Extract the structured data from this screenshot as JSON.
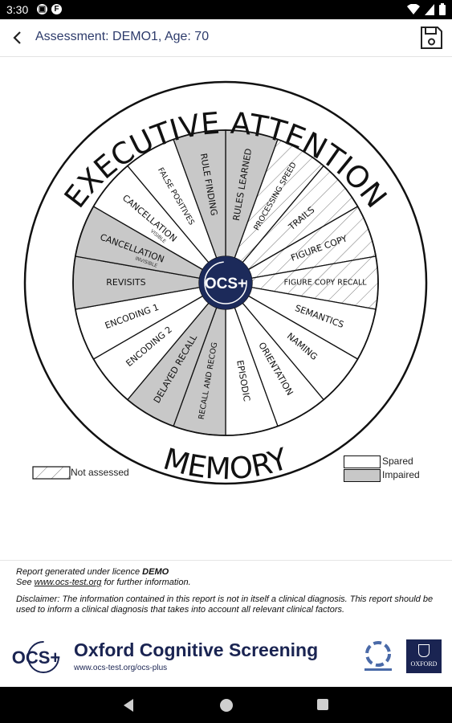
{
  "status_bar": {
    "time": "3:30"
  },
  "app_bar": {
    "title": "Assessment: DEMO1, Age: 70"
  },
  "wheel": {
    "center_label": "OCS+",
    "headings": {
      "top": "EXECUTIVE ATTENTION",
      "bottom": "MEMORY"
    },
    "segments": [
      {
        "label": "RULES LEARNED",
        "state": "impaired"
      },
      {
        "label": "PROCESSING SPEED",
        "state": "not-assessed"
      },
      {
        "label": "TRAILS",
        "state": "not-assessed"
      },
      {
        "label": "FIGURE COPY",
        "state": "not-assessed"
      },
      {
        "label": "FIGURE COPY RECALL",
        "state": "not-assessed"
      },
      {
        "label": "SEMANTICS",
        "state": "spared"
      },
      {
        "label": "NAMING",
        "state": "spared"
      },
      {
        "label": "ORIENTATION",
        "state": "spared"
      },
      {
        "label": "EPISODIC",
        "state": "spared"
      },
      {
        "label": "RECALL AND RECOG",
        "state": "impaired"
      },
      {
        "label": "DELAYED RECALL",
        "state": "impaired"
      },
      {
        "label": "ENCODING 2",
        "state": "spared"
      },
      {
        "label": "ENCODING 1",
        "state": "spared"
      },
      {
        "label": "REVISITS",
        "state": "impaired"
      },
      {
        "label": "CANCELLATION",
        "small_label": "INVISIBLE",
        "state": "impaired"
      },
      {
        "label": "CANCELLATION",
        "small_label": "VISIBLE",
        "state": "spared"
      },
      {
        "label": "FALSE POSITIVES",
        "state": "spared"
      },
      {
        "label": "RULE FINDING",
        "state": "impaired"
      }
    ],
    "colors": {
      "impaired": "#c8c8c8",
      "spared": "#ffffff",
      "logo": "#1c2a5a"
    }
  },
  "legend": {
    "not_assessed": "Not assessed",
    "spared": "Spared",
    "impaired": "Impaired"
  },
  "footer": {
    "licence_prefix": "Report generated under licence ",
    "licence_name": "DEMO",
    "see_prefix": "See ",
    "link": "www.ocs-test.org",
    "see_suffix": " for further information.",
    "disclaimer": "Disclaimer: The information contained in this report is not in itself a clinical diagnosis. This report should be used to inform a clinical diagnosis that takes into account all relevant clinical factors.",
    "brand_logo": "OCS+",
    "brand_name": "Oxford Cognitive Screening",
    "brand_url": "www.ocs-test.org/ocs-plus",
    "oxford_logo_text": "OXFORD"
  }
}
